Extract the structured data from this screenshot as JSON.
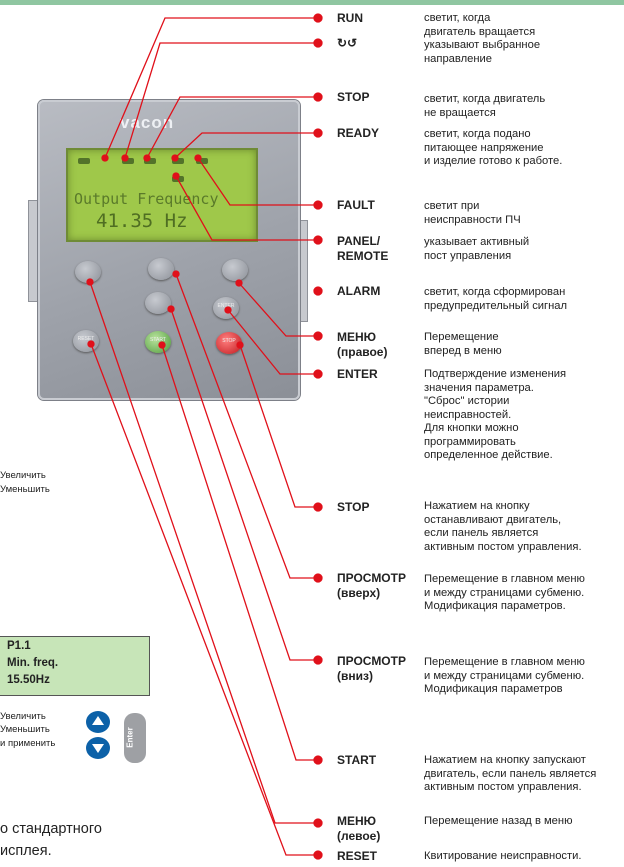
{
  "brand": "vacon",
  "lcd": {
    "line1": "Output Frequency",
    "line2": "41.35 Hz"
  },
  "keypad_buttons": {
    "reset": "RESET",
    "start": "START",
    "stop": "STOP",
    "enter": "ENTER"
  },
  "items": [
    {
      "label": [
        "RUN"
      ],
      "desc": [
        "светит, когда",
        "двигатель вращается"
      ]
    },
    {
      "label": [
        "↻↺"
      ],
      "desc": [
        "указывают выбранное",
        "направление"
      ]
    },
    {
      "label": [
        "STOP"
      ],
      "desc": [
        "светит, когда двигатель",
        "не вращается"
      ]
    },
    {
      "label": [
        "READY"
      ],
      "desc": [
        "светит, когда подано",
        "питающее напряжение",
        "и изделие готово к работе."
      ]
    },
    {
      "label": [
        "FAULT"
      ],
      "desc": [
        "светит при",
        "неисправности ПЧ"
      ]
    },
    {
      "label": [
        "PANEL/",
        "REMOTE"
      ],
      "desc": [
        "указывает активный",
        "пост управления"
      ]
    },
    {
      "label": [
        "ALARM"
      ],
      "desc": [
        "светит, когда сформирован",
        "предупредительный сигнал"
      ]
    },
    {
      "label": [
        "МЕНЮ",
        "(правое)"
      ],
      "desc": [
        "Перемещение",
        "вперед в меню"
      ]
    },
    {
      "label": [
        "ENTER"
      ],
      "desc": [
        "Подтверждение изменения",
        "значения параметра.",
        "\"Сброс\" истории",
        "неисправностей.",
        "Для кнопки можно",
        "программировать",
        "определенное действие."
      ]
    },
    {
      "label": [
        "STOP"
      ],
      "desc": [
        "Нажатием на кнопку",
        "останавливают двигатель,",
        "если панель является",
        "активным постом управления."
      ]
    },
    {
      "label": [
        "ПРОСМОТР",
        "(вверх)"
      ],
      "desc": [
        "Перемещение в главном меню",
        "и между страницами субменю.",
        "Модификация параметров."
      ]
    },
    {
      "label": [
        "ПРОСМОТР",
        "(вниз)"
      ],
      "desc": [
        "Перемещение в главном меню",
        "и между страницами субменю.",
        "Модификация параметров"
      ]
    },
    {
      "label": [
        "START"
      ],
      "desc": [
        "Нажатием на кнопку запускают",
        "двигатель, если панель является",
        "активным постом управления."
      ]
    },
    {
      "label": [
        "МЕНЮ",
        "(левое)"
      ],
      "desc": [
        "Перемещение назад в меню"
      ]
    },
    {
      "label": [
        "RESET"
      ],
      "desc": [
        "Квитирование неисправности."
      ]
    }
  ],
  "left_fragments": {
    "inc1": "Увеличить",
    "dec1": "Уменьшить",
    "lcd2": [
      "P1.1",
      "Min. freq.",
      "15.50Hz"
    ],
    "inc2": "Увеличить",
    "dec2": "Уменьшить",
    "apply": "и применить",
    "enter_key": "Enter",
    "bottom1": "о стандартного",
    "bottom2": "исплея."
  },
  "colors": {
    "callout": "#e0101a",
    "lcd": "#9fc84a",
    "band": "#8fc6a1"
  }
}
